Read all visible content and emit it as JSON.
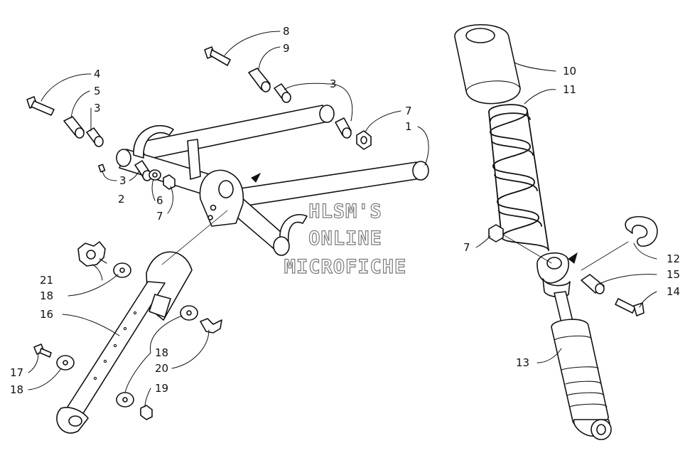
{
  "watermark": {
    "lines": [
      "HLSM'S",
      "ONLINE",
      "MICROFICHE"
    ]
  },
  "callouts": [
    "8",
    "9",
    "4",
    "5",
    "3",
    "3",
    "7",
    "1",
    "3",
    "2",
    "6",
    "7",
    "21",
    "18",
    "16",
    "18",
    "20",
    "17",
    "18",
    "19",
    "10",
    "11",
    "7",
    "12",
    "15",
    "14",
    "13"
  ],
  "colors": {
    "ink": "#111111",
    "watermark": "#7a7a7a",
    "paper": "#ffffff"
  }
}
